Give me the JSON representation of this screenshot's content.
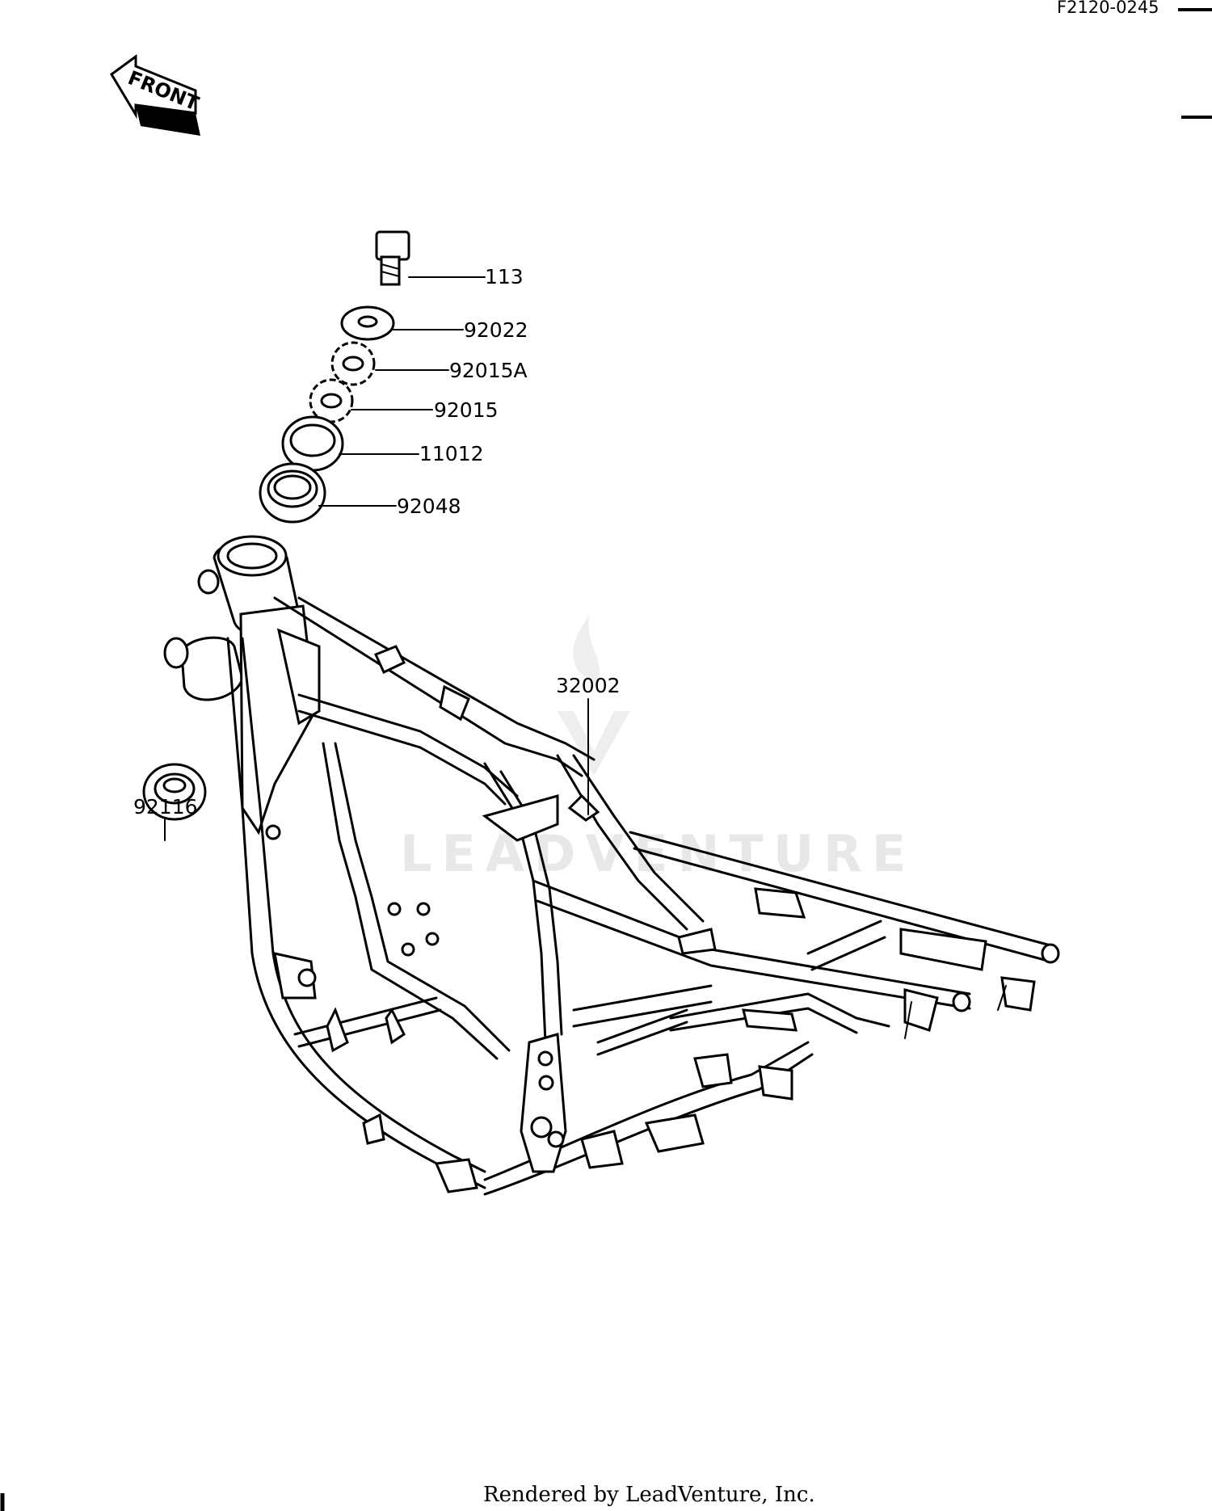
{
  "diagram_code": "F2120-0245",
  "front_arrow_label": "FRONT",
  "watermark": "LEADVENTURE",
  "footer": "Rendered by LeadVenture, Inc.",
  "callouts": [
    {
      "id": "bolt",
      "label": "113"
    },
    {
      "id": "washer",
      "label": "92022"
    },
    {
      "id": "lock-washer-a",
      "label": "92015A"
    },
    {
      "id": "lock-washer",
      "label": "92015"
    },
    {
      "id": "cap",
      "label": "11012"
    },
    {
      "id": "seal",
      "label": "92048"
    },
    {
      "id": "frame",
      "label": "32002"
    },
    {
      "id": "lower-seal",
      "label": "92116"
    }
  ]
}
